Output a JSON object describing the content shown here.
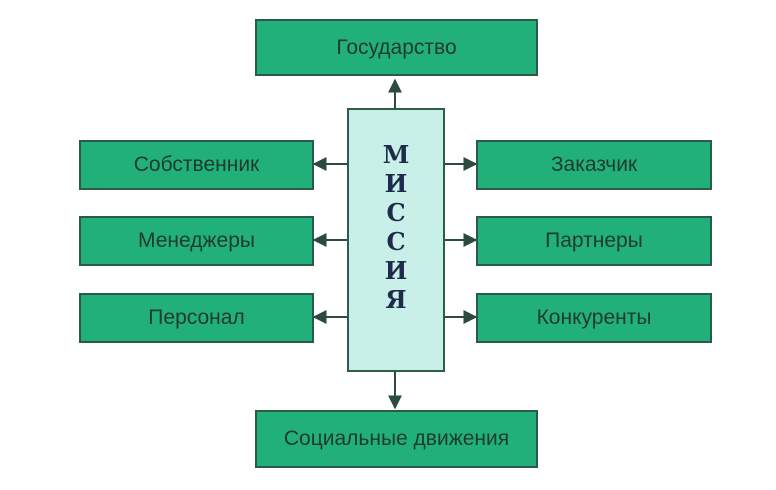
{
  "diagram": {
    "center_letters": [
      "М",
      "И",
      "С",
      "С",
      "И",
      "Я"
    ],
    "top_box": "Государство",
    "bottom_box": "Социальные движения",
    "left_boxes": [
      "Собственник",
      "Менеджеры",
      "Персонал"
    ],
    "right_boxes": [
      "Заказчик",
      "Партнеры",
      "Конкуренты"
    ]
  },
  "colors": {
    "box_fill": "#22b07a",
    "box_border": "#2b5a48",
    "center_fill": "#c9efe9",
    "arrow": "#2b4a40"
  }
}
